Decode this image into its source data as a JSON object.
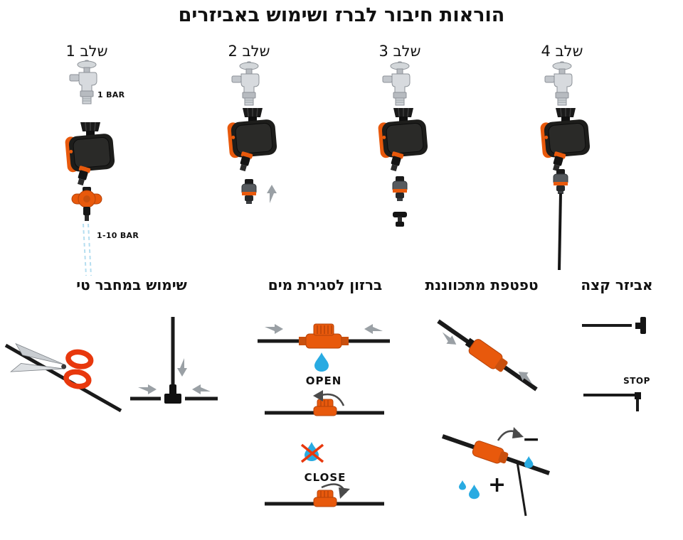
{
  "title": "הוראות חיבור לברז ושימוש באביזרים",
  "steps": [
    {
      "label": "שלב 1",
      "pressure_top": "1 BAR",
      "pressure_bottom": "1-10 BAR"
    },
    {
      "label": "שלב 2"
    },
    {
      "label": "שלב 3"
    },
    {
      "label": "שלב 4"
    }
  ],
  "sections": {
    "tee": {
      "title": "שימוש במחבר טי"
    },
    "shutoff": {
      "title": "ברזון לסגירת מים",
      "open_label": "OPEN",
      "close_label": "CLOSE"
    },
    "dripper": {
      "title": "טפטפת מתכווננת",
      "plus_label": "+",
      "minus_label": "−"
    },
    "end_plug": {
      "title": "אביזר קצה",
      "stop_label": "STOP"
    }
  },
  "icons": [
    "faucet",
    "water-timer",
    "quick-connector",
    "pressure-valve",
    "end-dripper",
    "scissors",
    "tee-connector",
    "shutoff-valve",
    "adjustable-dripper",
    "end-plug",
    "water-drop",
    "arrow"
  ],
  "colors": {
    "accent_orange": "#E8590C",
    "device_black": "#1d1d1b",
    "water_blue": "#29ABE2",
    "handle_red": "#E8380D"
  }
}
